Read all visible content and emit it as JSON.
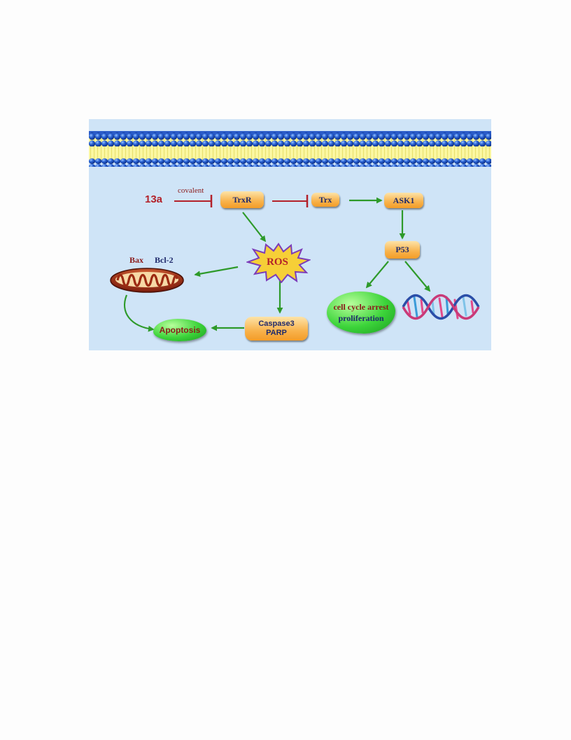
{
  "diagram": {
    "compound": "13a",
    "covalent": "covalent",
    "trxr": "TrxR",
    "trx": "Trx",
    "ask1": "ASK1",
    "p53": "P53",
    "ros": "ROS",
    "bax": "Bax",
    "bcl2": "Bcl-2",
    "apoptosis": "Apoptosis",
    "caspase3": "Caspase3",
    "parp": "PARP",
    "cell_cycle_arrest": "cell cycle arrest",
    "proliferation": "proliferation"
  },
  "colors": {
    "background": "#cfe4f7",
    "membrane_blue": "#1f53c4",
    "membrane_yellow": "#fbf7a0",
    "inhibit_red": "#b3212a",
    "activate_green": "#2e9a2a",
    "ros_fill": "#f6cf37",
    "ros_outline": "#7c3bb8",
    "label_dark_red": "#8b1a1a",
    "label_navy": "#1f2a6b"
  },
  "icons": [
    "mitochondrion-icon",
    "dna-icon",
    "ros-burst-icon"
  ]
}
